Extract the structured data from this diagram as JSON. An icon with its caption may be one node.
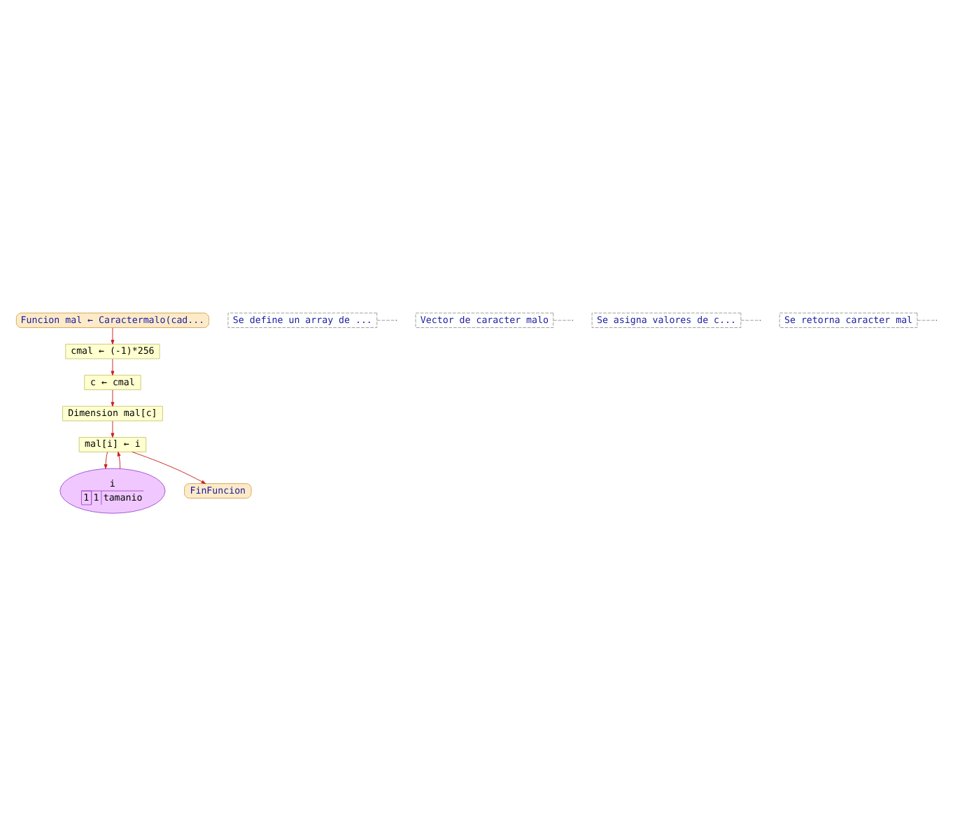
{
  "diagram": {
    "nodes": [
      {
        "text": [
          "Funcion mal ← Caractermalo(cad..."
        ]
      },
      {
        "text": [
          "Se define un array de ..."
        ]
      },
      {
        "text": [
          "cmal ← (-1)*256"
        ]
      },
      {
        "text": [
          "Vector de caracter malo"
        ]
      },
      {
        "text": [
          "c ← cmal"
        ]
      },
      {
        "text": [
          "Dimension mal[c]"
        ]
      },
      {
        "text": [
          "i",
          "1",
          "1",
          "tamanio"
        ]
      },
      {
        "text": [
          "Se asigna valores de c..."
        ]
      },
      {
        "text": [
          "mal[i] ← i"
        ]
      },
      {
        "text": [
          "Se retorna caracter mal"
        ]
      },
      {
        "text": [
          "FinFuncion"
        ]
      }
    ],
    "edges": [
      {
        "from": 0,
        "to": 2,
        "arrow": "to"
      },
      {
        "from": 1,
        "to": null,
        "arrow": "none",
        "style": "dashed",
        "color": "#999999"
      },
      {
        "from": 2,
        "to": 4,
        "arrow": "to"
      },
      {
        "from": 3,
        "to": null,
        "arrow": "none",
        "style": "dashed",
        "color": "#999999"
      },
      {
        "from": 4,
        "to": 5,
        "arrow": "to"
      },
      {
        "from": 5,
        "to": 8,
        "arrow": "to"
      },
      {
        "from": 6,
        "to": 8,
        "arrow": "to"
      },
      {
        "from": 7,
        "to": null,
        "arrow": "none",
        "style": "dashed",
        "color": "#999999"
      },
      {
        "from": 8,
        "to": 10,
        "arrow": "to"
      },
      {
        "from": 8,
        "to": 6,
        "arrow": "to"
      },
      {
        "from": 9,
        "to": null,
        "arrow": "none",
        "style": "dashed",
        "color": "#999999"
      }
    ]
  }
}
